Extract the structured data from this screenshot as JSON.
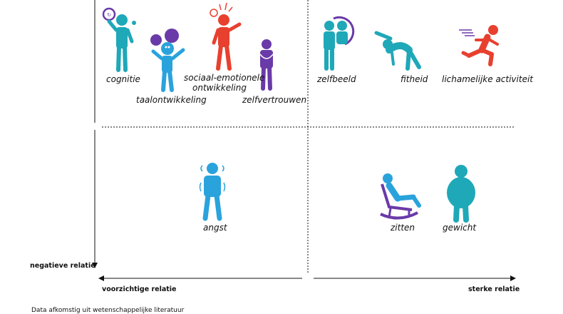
{
  "axes": {
    "vertical_label": "negatieve relatie",
    "horizontal_left_label": "voorzichtige relatie",
    "horizontal_right_label": "sterke relatie"
  },
  "items": {
    "cognitie": "cognitie",
    "taalontwikkeling": "taalontwikkeling",
    "sociaal_line1": "sociaal-emotionele",
    "sociaal_line2": "ontwikkeling",
    "zelfvertrouwen": "zelfvertrouwen",
    "zelfbeeld": "zelfbeeld",
    "fitheid": "fitheid",
    "lichamelijke_activiteit": "lichamelijke activiteit",
    "angst": "angst",
    "zitten": "zitten",
    "gewicht": "gewicht"
  },
  "footer": "Data afkomstig uit wetenschappelijke literatuur",
  "colors": {
    "teal": "#1fa8b8",
    "blue": "#2aa3dc",
    "red": "#e8402f",
    "purple": "#6a3aa8",
    "axis": "#111111"
  }
}
